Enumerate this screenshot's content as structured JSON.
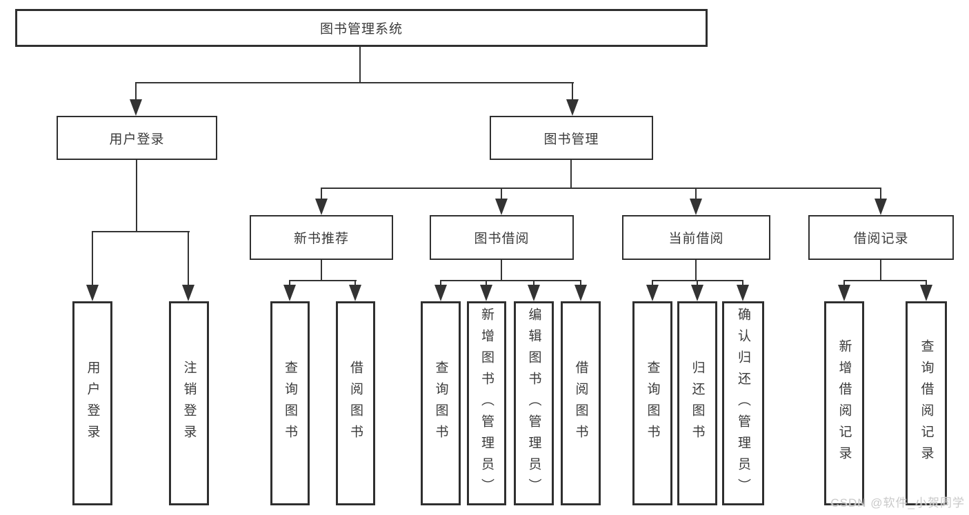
{
  "diagram_title": "图书管理系统",
  "tree": {
    "label": "图书管理系统",
    "children": [
      {
        "label": "用户登录",
        "children": [
          {
            "label": "用户登录"
          },
          {
            "label": "注销登录"
          }
        ]
      },
      {
        "label": "图书管理",
        "children": [
          {
            "label": "新书推荐",
            "children": [
              {
                "label": "查询图书"
              },
              {
                "label": "借阅图书"
              }
            ]
          },
          {
            "label": "图书借阅",
            "children": [
              {
                "label": "查询图书"
              },
              {
                "label": "新增图书（管理员）"
              },
              {
                "label": "编辑图书（管理员）"
              },
              {
                "label": "借阅图书"
              }
            ]
          },
          {
            "label": "当前借阅",
            "children": [
              {
                "label": "查询图书"
              },
              {
                "label": "归还图书"
              },
              {
                "label": "确认归还（管理员）"
              }
            ]
          },
          {
            "label": "借阅记录",
            "children": [
              {
                "label": "新增借阅记录"
              },
              {
                "label": "查询借阅记录"
              }
            ]
          }
        ]
      }
    ]
  },
  "watermark": {
    "text": "CSDN @软件_小贺同学"
  },
  "colors": {
    "line": "#333333",
    "box_border": "#2f2f2f",
    "text": "#3a3a3a",
    "watermark": "#c9c9c9",
    "background": "#ffffff"
  }
}
